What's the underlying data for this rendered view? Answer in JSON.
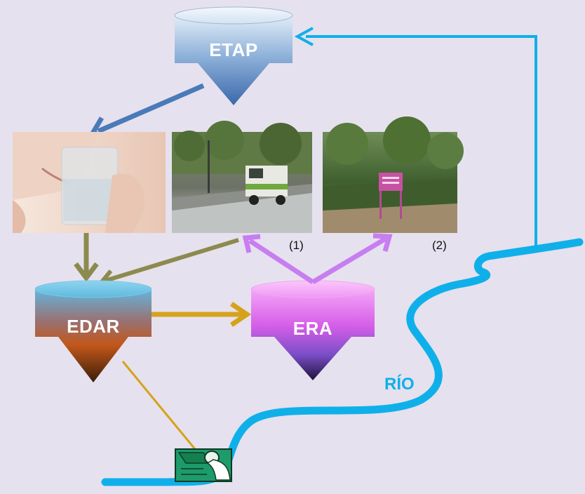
{
  "nodes": {
    "etap": {
      "label": "ETAP"
    },
    "edar": {
      "label": "EDAR"
    },
    "era": {
      "label": "ERA"
    }
  },
  "photos": {
    "street_cleaning_caption": "(1)",
    "park_irrigation_caption": "(2)"
  },
  "river": {
    "label": "RÍO"
  },
  "colors": {
    "background": "#e6e1ee",
    "river": "#0fb0ea",
    "etap_arrow": "#4a7ab8",
    "olive_arrow": "#8c8a4e",
    "gold_arrow": "#d6a21c",
    "reuse_arrow": "#c77ef0"
  },
  "icons": [
    "drinking-water-photo",
    "street-cleaning-truck-photo",
    "park-sign-photo",
    "wastewater-outfall-icon"
  ]
}
